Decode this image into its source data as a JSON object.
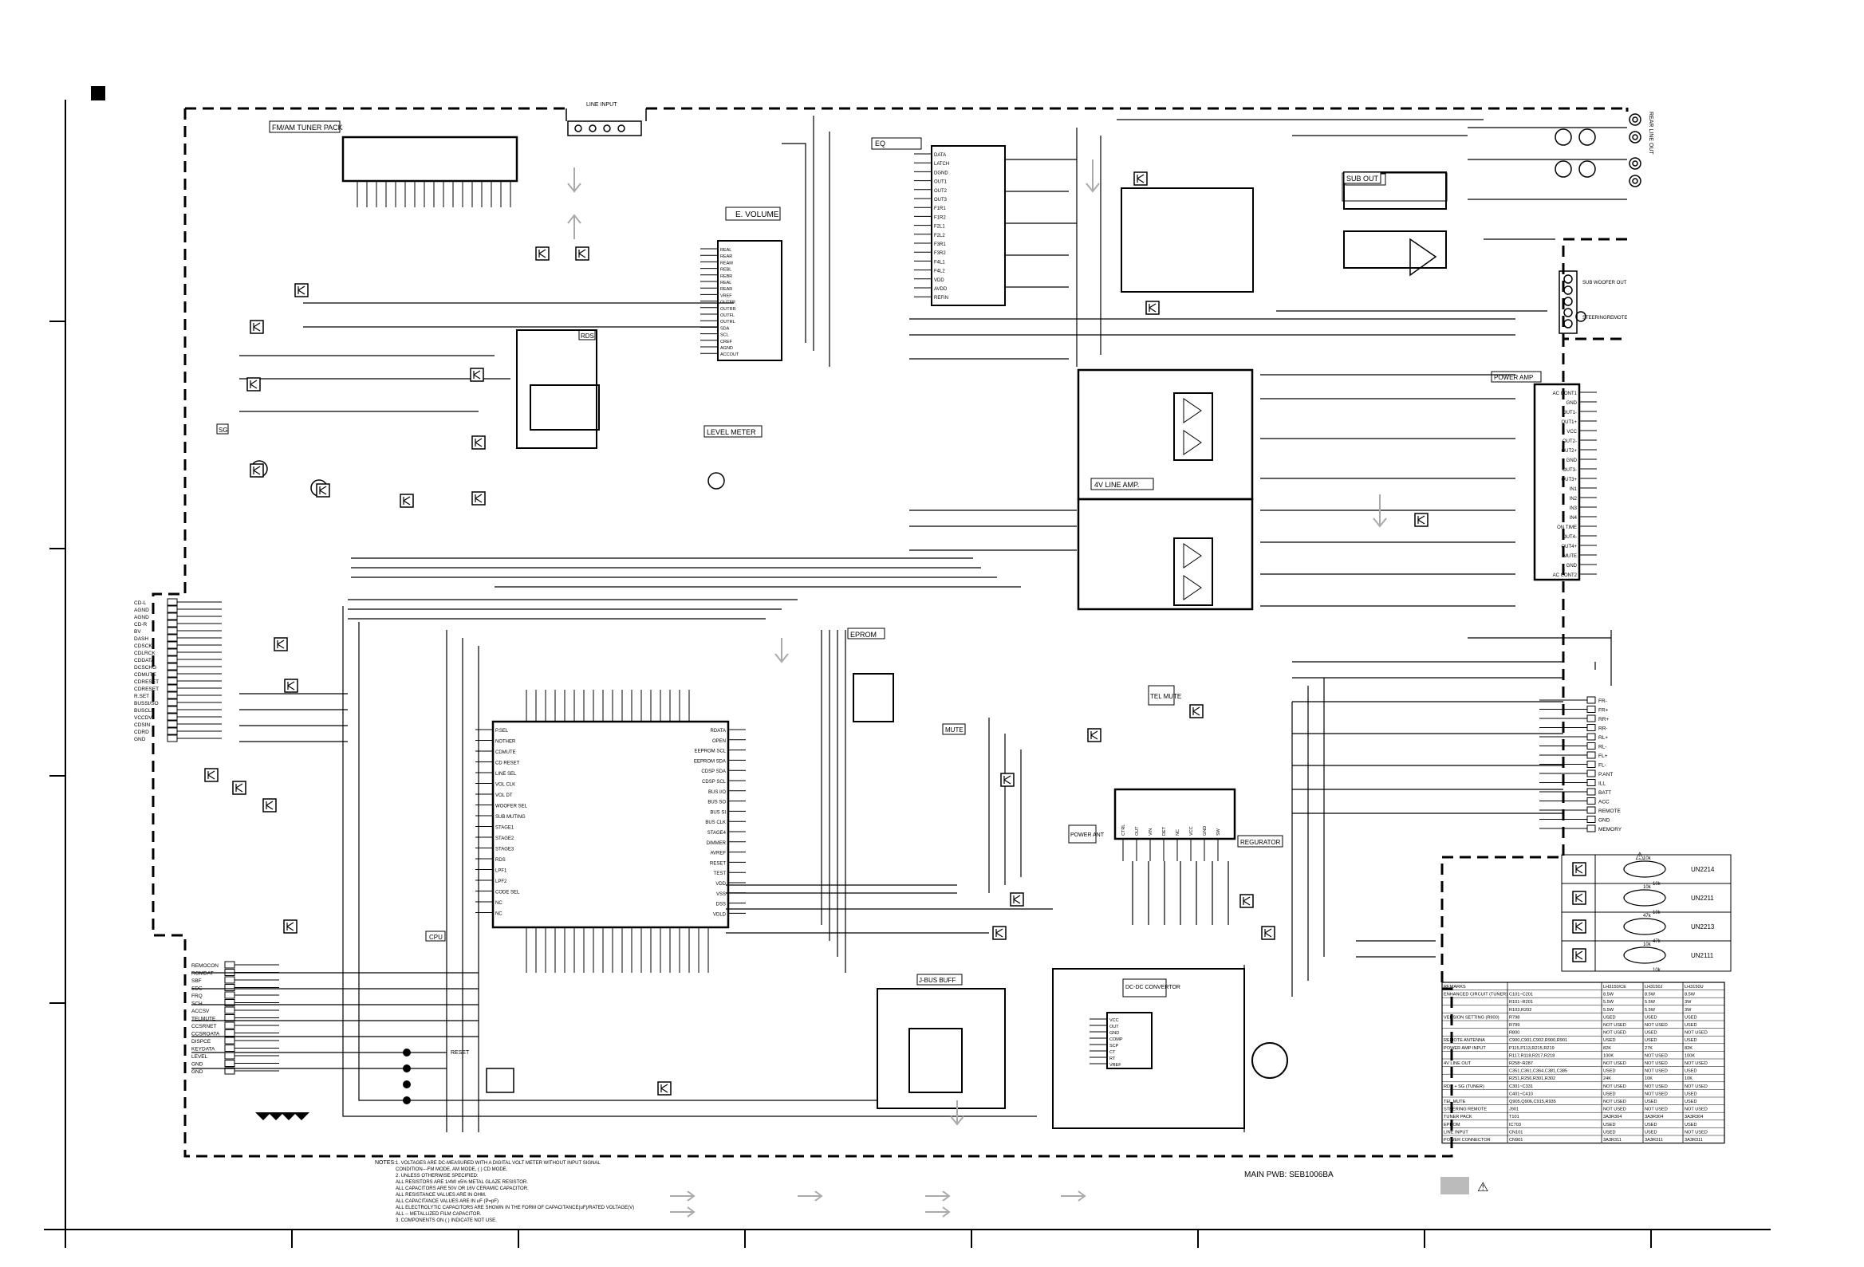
{
  "blocks": {
    "tuner": "FM/AM TUNER PACK",
    "line_input": "LINE INPUT",
    "evolume": "E. VOLUME",
    "eq": "EQ",
    "sub_out": "SUB OUT",
    "rds": "RDS",
    "level_meter": "LEVEL METER",
    "power_amp": "POWER AMP",
    "line_amp": "4V LINE AMP.",
    "eprom": "EPROM",
    "mute": "MUTE",
    "tel_mute": "TEL MUTE",
    "power_ant": "POWER ANT",
    "regurator": "REGURATOR",
    "cpu": "CPU",
    "jbus_buff": "J-BUS BUFF",
    "dcdc": "DC-DC CONVERTOR",
    "sg": "SG",
    "reset": "RESET"
  },
  "connectors": {
    "rear_line_out": "REAR LINE OUT",
    "sub_woofer_out": "SUB WOOFER OUT",
    "steering_remote": "STEERINGREMOTE",
    "main_pwb": "MAIN PWB: SEB1006BA",
    "cd_pins": [
      "CD-L",
      "AGND",
      "AGND",
      "CD-R",
      "BV",
      "DASH",
      "CDSCK",
      "CDLRCK",
      "CDDATA",
      "DCSCHG",
      "CDMUTE",
      "CDRESET",
      "CDRESET",
      "R.SET",
      "BUSSI/SO",
      "BUSCLK",
      "VCCDV",
      "CDSIN",
      "CDRD",
      "GND"
    ],
    "jbus_pins": [
      "REMOCON",
      "ROMDAT",
      "SBF",
      "SDC",
      "FRQ",
      "SCH",
      "ACCSV",
      "TELMUTE",
      "CCSRNET",
      "CCSROATA",
      "DISPCE",
      "KEYDATA",
      "LEVEL",
      "GND",
      "GND"
    ],
    "power_conn_pins": [
      "FR-",
      "FR+",
      "RR+",
      "RR-",
      "RL+",
      "RL-",
      "FL+",
      "FL-",
      "P.ANT",
      "ILL",
      "BATT",
      "ACC",
      "REMOTE",
      "GND",
      "MEMORY"
    ]
  },
  "ic_pins": {
    "evolume": [
      "REAL",
      "REAR",
      "REAM",
      "REBL",
      "REBR",
      "REAL",
      "REAR",
      "VREF",
      "OUTFR",
      "OUTRR",
      "OUTFL",
      "OUTRL",
      "SDA",
      "SCL",
      "CREF",
      "AGND",
      "ACCOUT"
    ],
    "eq": [
      "DATA",
      "LATCH",
      "DGND",
      "OUT1",
      "OUT2",
      "OUT3",
      "F1R1",
      "F1R2",
      "F2L1",
      "F2L2",
      "F3R1",
      "F3R2",
      "F4L1",
      "F4L2",
      "VDD",
      "AVDD",
      "REFIN"
    ],
    "power_amp": [
      "AC CONT1",
      "GND",
      "OUT1-",
      "OUT1+",
      "VCC",
      "OUT2-",
      "OUT2+",
      "GND",
      "OUT3-",
      "OUT3+",
      "IN1",
      "IN2",
      "IN3",
      "IN4",
      "ON TIME",
      "OUT4-",
      "OUT4+",
      "MUTE",
      "GND",
      "AC CONT2"
    ],
    "cpu_left": [
      "P.SEL",
      "NOTHER",
      "CDMUTE",
      "CD RESET",
      "LINE SEL",
      "VOL CLK",
      "VOL DT",
      "WOOFER SEL",
      "SUB MUTING",
      "STAGE1",
      "STAGE2",
      "STAGE3",
      "RDS",
      "LPF1",
      "LPF2",
      "CODE SEL",
      "NC",
      "NC"
    ],
    "cpu_right": [
      "RDATA",
      "OPEN",
      "EEPROM SCL",
      "EEPROM SDA",
      "CDSP SDA",
      "CDSP SCL",
      "BUS I/O",
      "BUS SO",
      "BUS SI",
      "BUS CLK",
      "STAGE4",
      "DIMMER",
      "AVREF",
      "RESET",
      "TEST",
      "VDD",
      "VSS",
      "DSS",
      "VDLD"
    ],
    "dcdc": [
      "VCC",
      "OUT",
      "GND",
      "COMP",
      "SCP",
      "CT",
      "RT",
      "VREF"
    ],
    "regurator": [
      "CTRL",
      "OUT",
      "VIN",
      "DET",
      "NC",
      "VCC",
      "GND",
      "SW"
    ]
  },
  "notes": {
    "title": "NOTES:",
    "lines": [
      "1. VOLTAGES ARE DC-MEASURED WITH A DIGITAL VOLT METER WITHOUT INPUT SIGNAL",
      "CONDITION---FM MODE,   AM MODE, ( ) CD MODE.",
      "2. UNLESS OTHERWISE SPECIFIED:",
      "ALL RESISTORS ARE 1/4W ±5% METAL GLAZE RESISTOR.",
      "ALL CAPACITORS ARE 50V OR 16V CERAMIC CAPACITOR.",
      "ALL RESISTANCE VALUES ARE IN OHM.",
      "ALL CAPACITANCE VALUES ARE IN uF (P=pF)",
      "ALL ELECTROLYTIC CAPACITORS ARE SHOWN IN THE FORM OF CAPACITANCE(uF)/RATED VOLTAGE(V)",
      "ALL -- METALLIZED FILM CAPACITOR.",
      "3. COMPONENTS ON ( ) INDICATE NOT USE."
    ]
  },
  "transistor_legend": [
    {
      "r1": "10k",
      "r2": "10k",
      "part": "UN2214"
    },
    {
      "r1": "10k",
      "r2": "10k",
      "part": "UN2211"
    },
    {
      "r1": "47k",
      "r2": "47k",
      "part": "UN2213"
    },
    {
      "r1": "10k",
      "r2": "10k",
      "part": "UN2111"
    }
  ],
  "version_table": {
    "headers": [
      "REMARKS",
      "",
      "LH3150/CE",
      "LH3150J",
      "LH3150U"
    ],
    "rows": [
      [
        "ENHANCED CIRCUIT (TUNER)",
        "C101~C201",
        "8.5W",
        "8.5W",
        "8.5W"
      ],
      [
        "",
        "R101~R201",
        "5.5W",
        "5.5W",
        "3W"
      ],
      [
        "",
        "R103,R202",
        "5.5W",
        "5.5W",
        "3W"
      ],
      [
        "VERSION SETTING (R900)",
        "R798",
        "USED",
        "USED",
        "USED"
      ],
      [
        "",
        "R799",
        "NOT USED",
        "NOT USED",
        "USED"
      ],
      [
        "",
        "R800",
        "NOT USED",
        "USED",
        "NOT USED"
      ],
      [
        "REMOTE ANTENNA",
        "C900,C901,C902,R900,R901",
        "USED",
        "USED",
        "USED"
      ],
      [
        "POWER AMP INPUT",
        "P115,P113,R215,R219",
        "82K",
        "27K",
        "82K"
      ],
      [
        "",
        "R117,R118,R217,R218",
        "100K",
        "NOT USED",
        "100K"
      ],
      [
        "4V LINE OUT",
        "R258~R287",
        "NOT USED",
        "NOT USED",
        "NOT USED"
      ],
      [
        "",
        "C351,C361,C364,C381,C385",
        "USED",
        "NOT USED",
        "USED"
      ],
      [
        "",
        "R251,R256,R301,R302",
        "24K",
        "10K",
        "10K"
      ],
      [
        "RDS + SG (TUNER)",
        "C301~C331",
        "NOT USED",
        "NOT USED",
        "NOT USED"
      ],
      [
        "",
        "C401~C410",
        "USED",
        "NOT USED",
        "USED"
      ],
      [
        "TEL MUTE",
        "Q905,Q906,C915,R935",
        "NOT USED",
        "USED",
        "USED"
      ],
      [
        "STEERING REMOTE",
        "J901",
        "NOT USED",
        "NOT USED",
        "NOT USED"
      ],
      [
        "TUNER PACK",
        "T101",
        "3A3R304",
        "3A3R304",
        "3A3R304"
      ],
      [
        "EPROM",
        "IC703",
        "USED",
        "USED",
        "USED"
      ],
      [
        "LINE INPUT",
        "CN101",
        "USED",
        "USED",
        "NOT USED"
      ],
      [
        "POWER CONNECTOR",
        "CN901",
        "3A3R311",
        "3A3R311",
        "3A3R311"
      ]
    ]
  },
  "legend": {
    "section_mark": "■",
    "caution": "⚠"
  }
}
